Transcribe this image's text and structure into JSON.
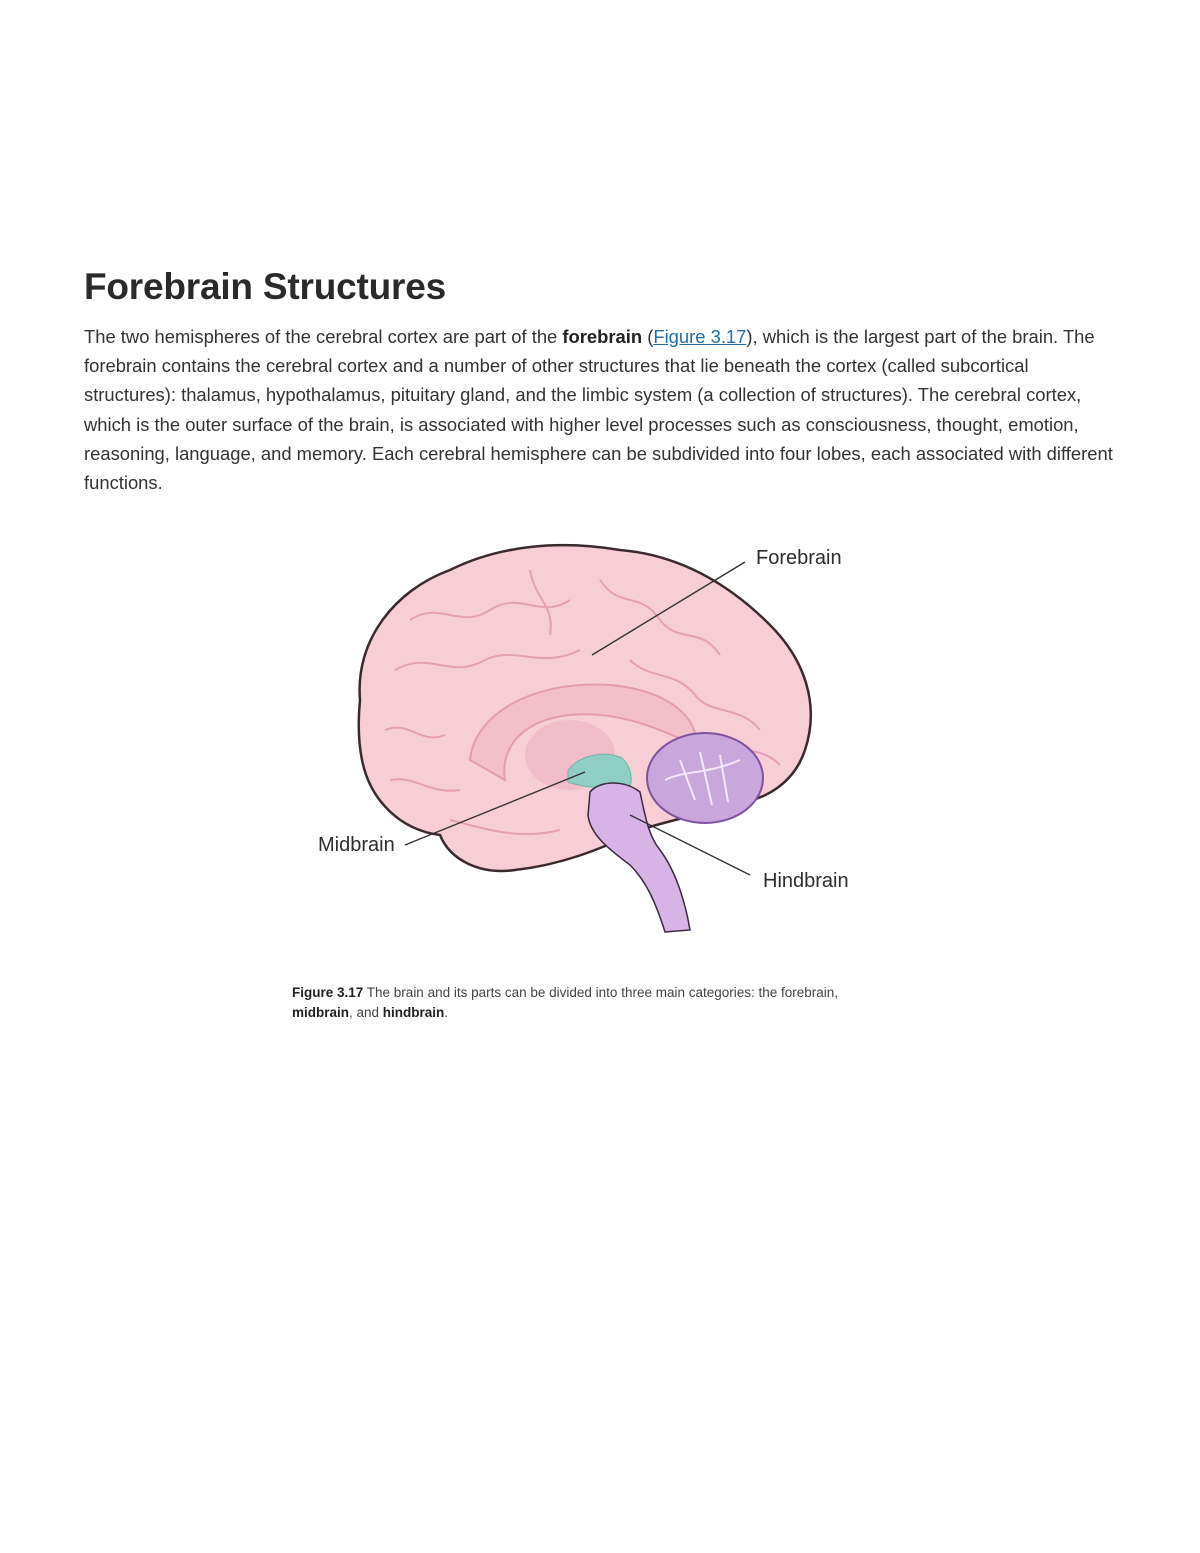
{
  "section": {
    "title": "Forebrain Structures",
    "paragraph": {
      "part1": "The two hemispheres of the cerebral cortex are part of the ",
      "bold_term": "forebrain",
      "paren_open": " (",
      "figure_link": "Figure 3.17",
      "part2": "), which is the largest part of the brain. The forebrain contains the cerebral cortex and a number of other structures that lie beneath the cortex (called subcortical structures): thalamus, hypothalamus, pituitary gland, and the limbic system (a collection of structures). The cerebral cortex, which is the outer surface of the brain, is associated with higher level processes such as consciousness, thought, emotion, reasoning, language, and memory. Each cerebral hemisphere can be subdivided into four lobes, each associated with different functions."
    }
  },
  "figure": {
    "labels": {
      "forebrain": "Forebrain",
      "midbrain": "Midbrain",
      "hindbrain": "Hindbrain"
    },
    "colors": {
      "forebrain": "#f5c6d0",
      "midbrain": "#8fcfc3",
      "hindbrain": "#c9a6dc",
      "cerebellum": "#a77cc7",
      "link": "#1f6fa8"
    },
    "caption": {
      "label": "Figure 3.17",
      "text1": " The brain and its parts can be divided into three main categories: the forebrain, ",
      "bold1": "midbrain",
      "text2": ", and ",
      "bold2": "hindbrain",
      "text3": "."
    }
  }
}
